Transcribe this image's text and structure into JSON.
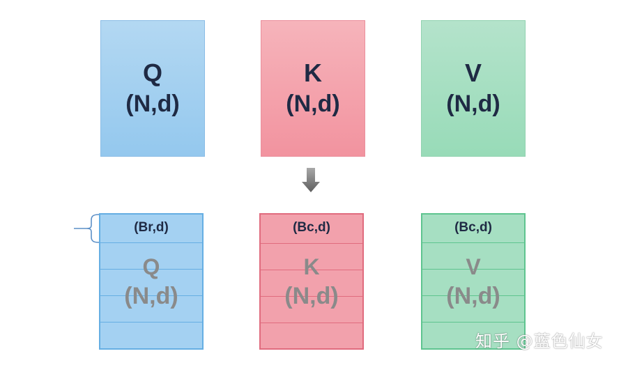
{
  "top": [
    {
      "id": "q",
      "name": "Q",
      "shape": "(N,d)"
    },
    {
      "id": "k",
      "name": "K",
      "shape": "(N,d)"
    },
    {
      "id": "v",
      "name": "V",
      "shape": "(N,d)"
    }
  ],
  "bottom": [
    {
      "id": "q",
      "block": "(Br,d)",
      "name": "Q",
      "shape": "(N,d)"
    },
    {
      "id": "k",
      "block": "(Bc,d)",
      "name": "K",
      "shape": "(N,d)"
    },
    {
      "id": "v",
      "block": "(Bc,d)",
      "name": "V",
      "shape": "(N,d)"
    }
  ],
  "block_rows": 5,
  "watermark": "知乎 @蓝色仙女",
  "colors": {
    "q_fill": "#a4d1f2",
    "q_border": "#65aee3",
    "k_fill": "#f2a1ac",
    "k_border": "#e06b7e",
    "v_fill": "#a6dfc2",
    "v_border": "#5ec48f",
    "label_text": "#1f2a44",
    "faded_text": "#8a8a8a",
    "arrow": "#6e6e6e",
    "brace": "#5b8fc7"
  },
  "icons": {
    "arrow": "arrow-down-icon",
    "brace": "left-brace-icon"
  }
}
